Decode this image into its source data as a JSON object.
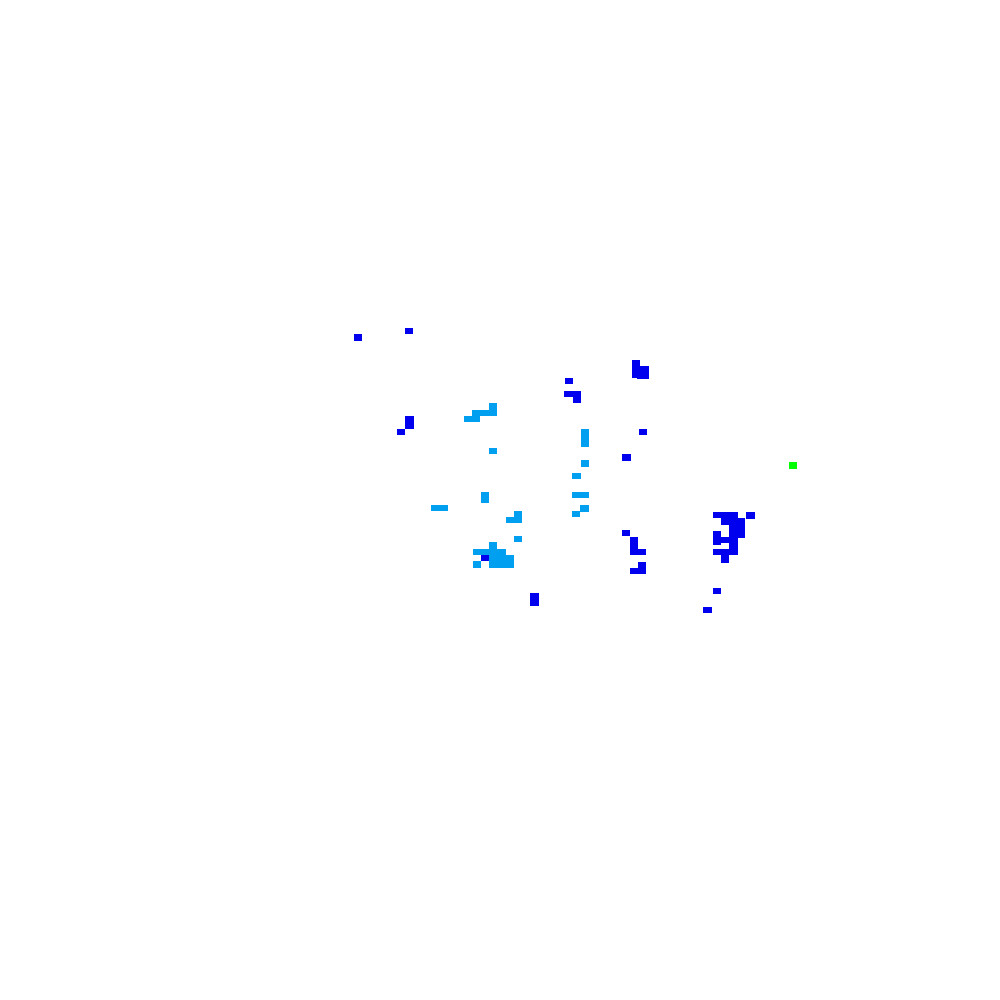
{
  "colors": {
    "background": "#ffffff",
    "dark_blue": "#0000ee",
    "light_blue": "#009ff0",
    "green": "#00ff00"
  },
  "legend": {
    "dark_blue": "dark-blue-cells",
    "light_blue": "light-blue-cells",
    "green": "green-marker"
  }
}
